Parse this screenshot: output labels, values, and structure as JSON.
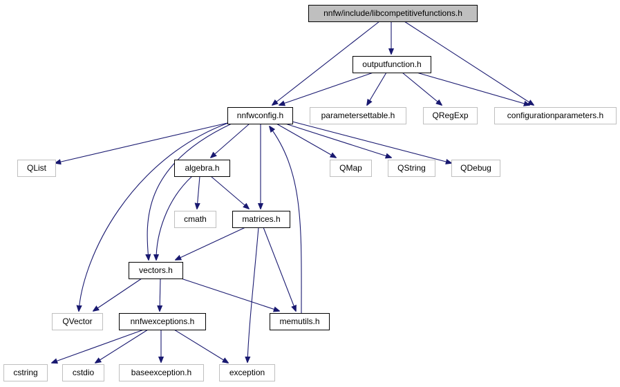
{
  "diagram": {
    "colors": {
      "edge": "#191970",
      "root_fill": "#bfbfbf",
      "node_fill": "#ffffff",
      "documented_border": "#000000",
      "undocumented_border": "#bfbfbf",
      "text": "#000000"
    },
    "nodes": [
      {
        "id": "root",
        "label": "nnfw/include/libcompetitivefunctions.h",
        "kind": "root"
      },
      {
        "id": "outputfunction",
        "label": "outputfunction.h",
        "kind": "documented"
      },
      {
        "id": "nnfwconfig",
        "label": "nnfwconfig.h",
        "kind": "documented"
      },
      {
        "id": "parametersettable",
        "label": "parametersettable.h",
        "kind": "external"
      },
      {
        "id": "qregexp",
        "label": "QRegExp",
        "kind": "external"
      },
      {
        "id": "configurationparameters",
        "label": "configurationparameters.h",
        "kind": "external"
      },
      {
        "id": "qlist",
        "label": "QList",
        "kind": "external"
      },
      {
        "id": "algebra",
        "label": "algebra.h",
        "kind": "documented"
      },
      {
        "id": "qmap",
        "label": "QMap",
        "kind": "external"
      },
      {
        "id": "qstring",
        "label": "QString",
        "kind": "external"
      },
      {
        "id": "qdebug",
        "label": "QDebug",
        "kind": "external"
      },
      {
        "id": "cmath",
        "label": "cmath",
        "kind": "external"
      },
      {
        "id": "matrices",
        "label": "matrices.h",
        "kind": "documented"
      },
      {
        "id": "vectors",
        "label": "vectors.h",
        "kind": "documented"
      },
      {
        "id": "qvector",
        "label": "QVector",
        "kind": "external"
      },
      {
        "id": "nnfwexceptions",
        "label": "nnfwexceptions.h",
        "kind": "documented"
      },
      {
        "id": "memutils",
        "label": "memutils.h",
        "kind": "documented"
      },
      {
        "id": "cstring",
        "label": "cstring",
        "kind": "external"
      },
      {
        "id": "cstdio",
        "label": "cstdio",
        "kind": "external"
      },
      {
        "id": "baseexception",
        "label": "baseexception.h",
        "kind": "external"
      },
      {
        "id": "exception",
        "label": "exception",
        "kind": "external"
      }
    ],
    "edges": [
      {
        "from": "root",
        "to": "outputfunction"
      },
      {
        "from": "root",
        "to": "nnfwconfig"
      },
      {
        "from": "root",
        "to": "configurationparameters"
      },
      {
        "from": "outputfunction",
        "to": "nnfwconfig"
      },
      {
        "from": "outputfunction",
        "to": "parametersettable"
      },
      {
        "from": "outputfunction",
        "to": "qregexp"
      },
      {
        "from": "outputfunction",
        "to": "configurationparameters"
      },
      {
        "from": "nnfwconfig",
        "to": "qlist"
      },
      {
        "from": "nnfwconfig",
        "to": "algebra"
      },
      {
        "from": "nnfwconfig",
        "to": "qmap"
      },
      {
        "from": "nnfwconfig",
        "to": "qstring"
      },
      {
        "from": "nnfwconfig",
        "to": "qdebug"
      },
      {
        "from": "nnfwconfig",
        "to": "matrices"
      },
      {
        "from": "nnfwconfig",
        "to": "vectors"
      },
      {
        "from": "nnfwconfig",
        "to": "qvector"
      },
      {
        "from": "algebra",
        "to": "cmath"
      },
      {
        "from": "algebra",
        "to": "matrices"
      },
      {
        "from": "algebra",
        "to": "vectors"
      },
      {
        "from": "matrices",
        "to": "vectors"
      },
      {
        "from": "matrices",
        "to": "memutils"
      },
      {
        "from": "matrices",
        "to": "exception"
      },
      {
        "from": "vectors",
        "to": "qvector"
      },
      {
        "from": "vectors",
        "to": "nnfwexceptions"
      },
      {
        "from": "vectors",
        "to": "memutils"
      },
      {
        "from": "memutils",
        "to": "nnfwconfig"
      },
      {
        "from": "nnfwexceptions",
        "to": "cstring"
      },
      {
        "from": "nnfwexceptions",
        "to": "cstdio"
      },
      {
        "from": "nnfwexceptions",
        "to": "baseexception"
      },
      {
        "from": "nnfwexceptions",
        "to": "exception"
      }
    ]
  }
}
